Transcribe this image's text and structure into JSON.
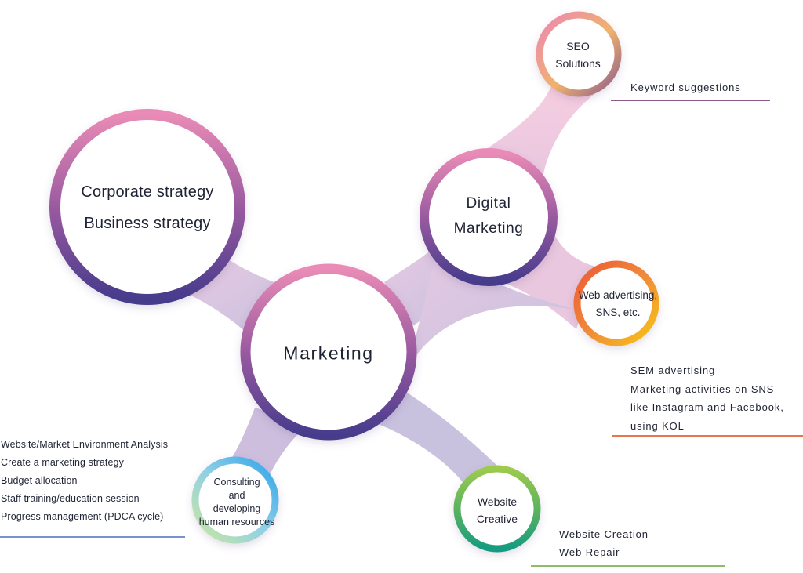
{
  "nodes": {
    "corporate": {
      "lines": [
        "Corporate strategy",
        "Business strategy"
      ]
    },
    "digital": {
      "lines": [
        "Digital",
        "Marketing"
      ]
    },
    "marketing": {
      "lines": [
        "Marketing"
      ]
    },
    "seo": {
      "lines": [
        "SEO",
        "Solutions"
      ]
    },
    "web_ads": {
      "lines": [
        "Web advertising,",
        "SNS, etc."
      ]
    },
    "website": {
      "lines": [
        "Website",
        "Creative"
      ]
    },
    "consulting": {
      "lines": [
        "Consulting",
        "and",
        "developing",
        "human resources"
      ]
    }
  },
  "notes": {
    "seo": [
      "Keyword suggestions"
    ],
    "web_ads": [
      "SEM advertising",
      "Marketing activities on SNS",
      "like Instagram and Facebook,",
      "using KOL"
    ],
    "website": [
      "Website Creation",
      "Web Repair"
    ],
    "consulting": [
      "Website/Market Environment Analysis",
      "Create a marketing strategy",
      "Budget allocation",
      "Staff training/education session",
      "Progress management (PDCA cycle)"
    ]
  },
  "colors": {
    "connector": "#dcc6df",
    "connector_top": "#f2c9dc",
    "connector_bottom": "#c3bcdc",
    "ring_pink": "#e870a6",
    "ring_purple": "#4b3d8c",
    "ring_orange": "#ec6a3e",
    "ring_yellow": "#f5c318",
    "ring_green": "#8ec253",
    "ring_teal": "#1f9f7c",
    "ring_blue": "#3aa8e6",
    "ring_lightgreen": "#b8dc8c",
    "underline_seo": "#8a5a8c",
    "underline_web": "#e6774d",
    "underline_website": "#8bbd6a",
    "underline_consult": "#7890cc"
  }
}
